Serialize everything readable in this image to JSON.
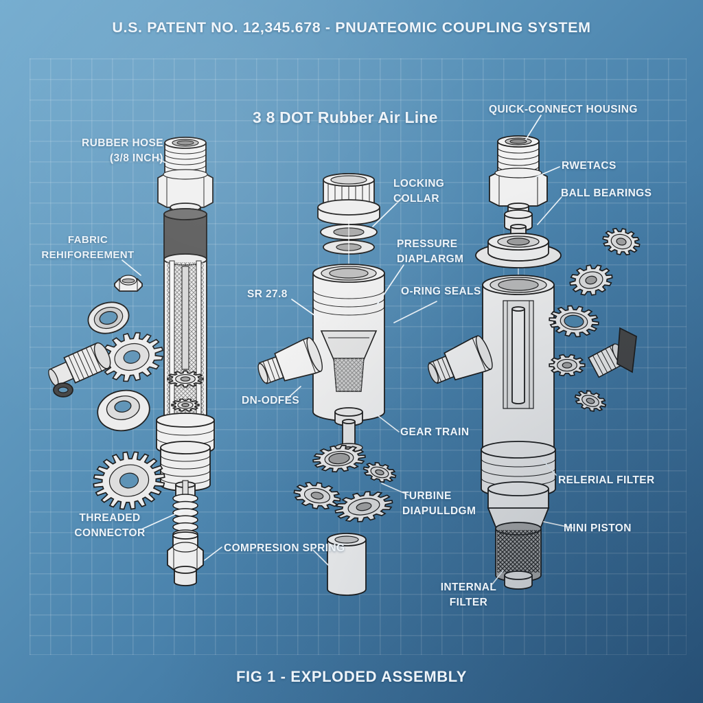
{
  "title": "U.S. PATENT NO. 12,345.678 - PNUATEOMIC COUPLING SYSTEM",
  "caption": "FIG 1 - EXPLODED ASSEMBLY",
  "colors": {
    "background_top_left": "#74ACCF",
    "background_bottom_right": "#32618B",
    "grid_line": "rgba(255,255,255,0.14)",
    "label_text": "#EEF4F9",
    "line_art_stroke": "#1D1D1D",
    "line_art_fill": "#F2F2F2",
    "rubber_band_fill": "#575757"
  },
  "labels": {
    "air_line": "3 8 DOT Rubber Air Line",
    "quick_connect_housing": "QUICK-CONNECT HOUSING",
    "rubber_hose": "RUBBER HOSE\n(3/8 INCH)",
    "rwetacs": "RWETACS",
    "ball_bearings": "BALL BEARINGS",
    "locking_collar": "LOCKING\nCOLLAR",
    "pressure_diaphragm": "PRESSURE\nDIAPLARGM",
    "fabric_reinforcement": "FABRIC\nREHIFOREEMENT",
    "sr_278": "SR 27.8",
    "o_ring_seals": "O-RING SEALS",
    "dn_odfes": "DN-ODFES",
    "gear_train": "GEAR TRAIN",
    "turbine_diaphragm": "TURBINE\nDIAPULLDGM",
    "relerial_filter": "RELERIAL FILTER",
    "threaded_connector": "THREADED\nCONNECTOR",
    "compression_spring": "COMPRESION SPRING",
    "mini_piston": "MINI PISTON",
    "internal_filter": "INTERNAL\nFILTER"
  }
}
